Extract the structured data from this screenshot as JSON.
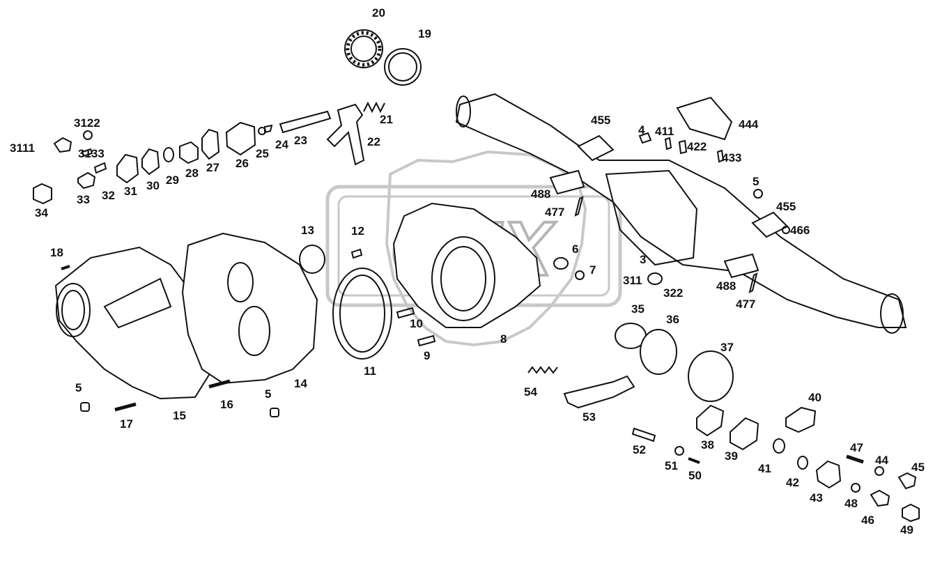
{
  "watermark": {
    "text": "GEX",
    "color": "#bdbdbd"
  },
  "line_color": "#111111",
  "callouts": [
    {
      "id": "20",
      "label": "20"
    },
    {
      "id": "19",
      "label": "19"
    },
    {
      "id": "21",
      "label": "21"
    },
    {
      "id": "22",
      "label": "22"
    },
    {
      "id": "23",
      "label": "23"
    },
    {
      "id": "24",
      "label": "24"
    },
    {
      "id": "25",
      "label": "25"
    },
    {
      "id": "26",
      "label": "26"
    },
    {
      "id": "27",
      "label": "27"
    },
    {
      "id": "28",
      "label": "28"
    },
    {
      "id": "29",
      "label": "29"
    },
    {
      "id": "30",
      "label": "30"
    },
    {
      "id": "31",
      "label": "31"
    },
    {
      "id": "32",
      "label": "32"
    },
    {
      "id": "33",
      "label": "33"
    },
    {
      "id": "34",
      "label": "34"
    },
    {
      "id": "3111",
      "label": "3111"
    },
    {
      "id": "3122",
      "label": "3122"
    },
    {
      "id": "3133",
      "label": "3133"
    },
    {
      "id": "18",
      "label": "18"
    },
    {
      "id": "13",
      "label": "13"
    },
    {
      "id": "12",
      "label": "12"
    },
    {
      "id": "6",
      "label": "6"
    },
    {
      "id": "7",
      "label": "7"
    },
    {
      "id": "10",
      "label": "10"
    },
    {
      "id": "9",
      "label": "9"
    },
    {
      "id": "8",
      "label": "8"
    },
    {
      "id": "11",
      "label": "11"
    },
    {
      "id": "14",
      "label": "14"
    },
    {
      "id": "15",
      "label": "15"
    },
    {
      "id": "16",
      "label": "16"
    },
    {
      "id": "17",
      "label": "17"
    },
    {
      "id": "5a",
      "label": "5"
    },
    {
      "id": "5b",
      "label": "5"
    },
    {
      "id": "5c",
      "label": "5"
    },
    {
      "id": "455a",
      "label": "455"
    },
    {
      "id": "4",
      "label": "4"
    },
    {
      "id": "411",
      "label": "411"
    },
    {
      "id": "422",
      "label": "422"
    },
    {
      "id": "433",
      "label": "433"
    },
    {
      "id": "444",
      "label": "444"
    },
    {
      "id": "488a",
      "label": "488"
    },
    {
      "id": "477a",
      "label": "477"
    },
    {
      "id": "3",
      "label": "3"
    },
    {
      "id": "311",
      "label": "311"
    },
    {
      "id": "322",
      "label": "322"
    },
    {
      "id": "455b",
      "label": "455"
    },
    {
      "id": "466",
      "label": "466"
    },
    {
      "id": "488b",
      "label": "488"
    },
    {
      "id": "477b",
      "label": "477"
    },
    {
      "id": "35",
      "label": "35"
    },
    {
      "id": "36",
      "label": "36"
    },
    {
      "id": "37",
      "label": "37"
    },
    {
      "id": "54",
      "label": "54"
    },
    {
      "id": "53",
      "label": "53"
    },
    {
      "id": "40",
      "label": "40"
    },
    {
      "id": "38",
      "label": "38"
    },
    {
      "id": "39",
      "label": "39"
    },
    {
      "id": "52",
      "label": "52"
    },
    {
      "id": "51",
      "label": "51"
    },
    {
      "id": "50",
      "label": "50"
    },
    {
      "id": "41",
      "label": "41"
    },
    {
      "id": "42",
      "label": "42"
    },
    {
      "id": "43",
      "label": "43"
    },
    {
      "id": "47",
      "label": "47"
    },
    {
      "id": "44",
      "label": "44"
    },
    {
      "id": "45",
      "label": "45"
    },
    {
      "id": "48",
      "label": "48"
    },
    {
      "id": "46",
      "label": "46"
    },
    {
      "id": "49",
      "label": "49"
    }
  ]
}
